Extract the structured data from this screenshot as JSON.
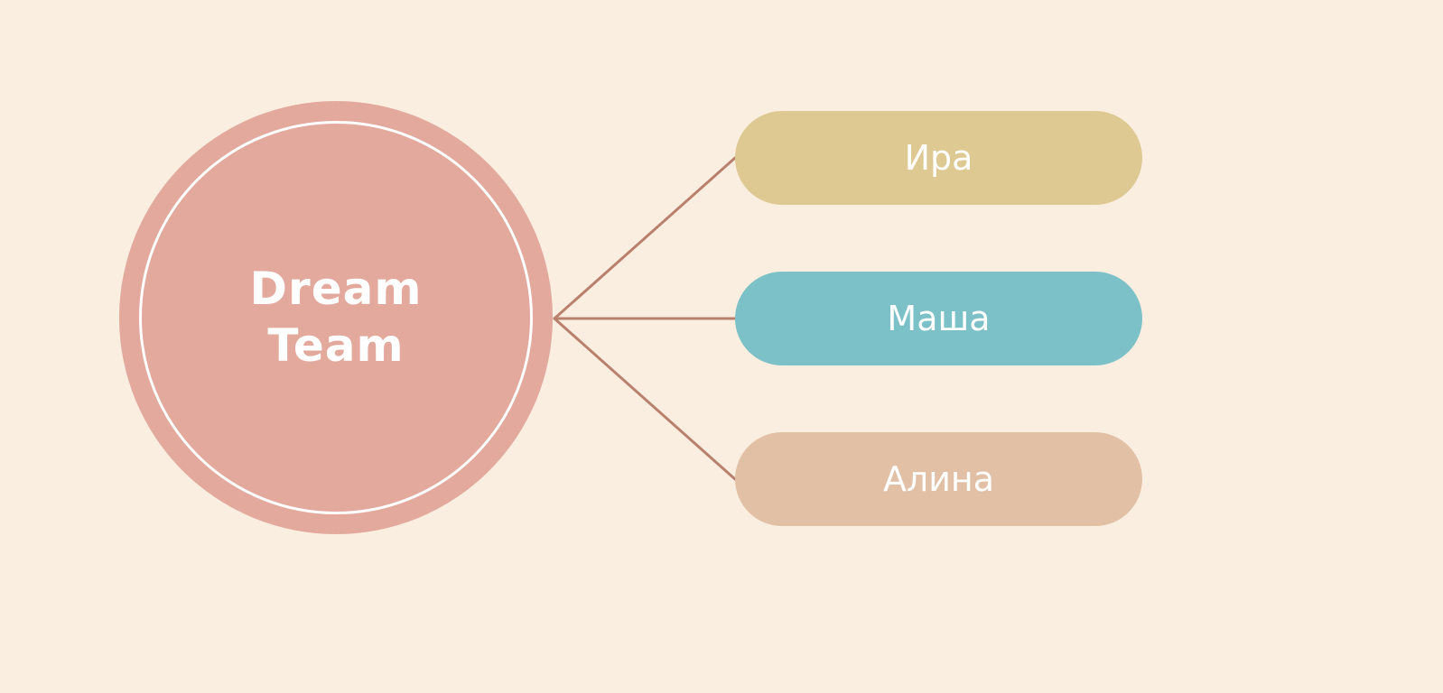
{
  "colors": {
    "background": "#FAEEE0",
    "hub": "#E2A99C",
    "hub_ring": "#FFFFFF",
    "connector": "#B9806E",
    "text": "#FFFFFF"
  },
  "hub": {
    "title_line1": "Dream",
    "title_line2": "Team"
  },
  "members": [
    {
      "label": "Ира",
      "color": "#DDC991"
    },
    {
      "label": "Маша",
      "color": "#7DC1C8"
    },
    {
      "label": "Алина",
      "color": "#E1C0A6"
    }
  ]
}
